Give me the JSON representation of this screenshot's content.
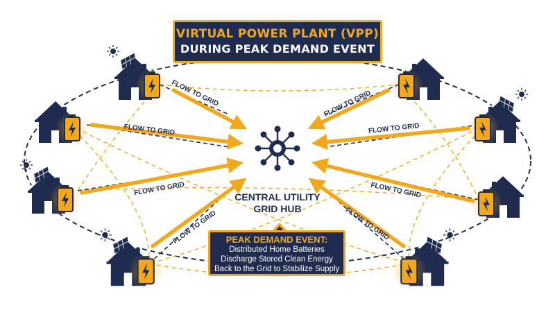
{
  "title": {
    "line1": "VIRTUAL POWER PLANT (VPP)",
    "line2": "DURING PEAK DEMAND EVENT"
  },
  "hub": {
    "label_line1": "CENTRAL UTILITY",
    "label_line2": "GRID HUB",
    "icon": "network-hub-icon"
  },
  "event": {
    "title": "PEAK DEMAND EVENT:",
    "lines": [
      "Distributed Home Batteries",
      "Discharge Stored Clean Energy",
      "Back to the Grid to Stabilize Supply"
    ]
  },
  "flow_label": "FLOW TO GRID",
  "homes": [
    {
      "id": "top-left",
      "solar": true
    },
    {
      "id": "mid-left-upper",
      "solar": false
    },
    {
      "id": "mid-left-lower",
      "solar": true
    },
    {
      "id": "bottom-left",
      "solar": true
    },
    {
      "id": "top-right",
      "solar": false
    },
    {
      "id": "mid-right-upper",
      "solar": true
    },
    {
      "id": "mid-right-lower",
      "solar": false
    },
    {
      "id": "bottom-right",
      "solar": true
    }
  ],
  "colors": {
    "navy": "#1f2c4f",
    "gold": "#f2a81d",
    "white": "#ffffff"
  }
}
